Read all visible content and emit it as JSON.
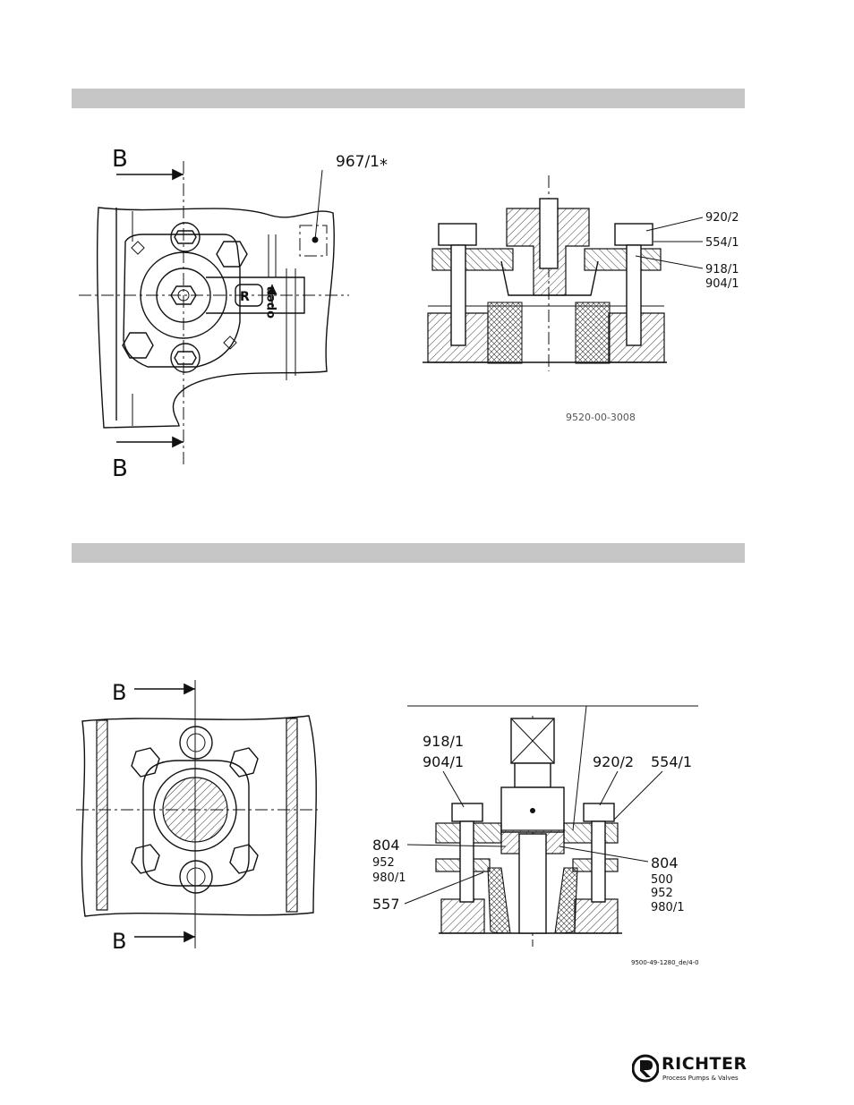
{
  "figure1": {
    "section_top": "B",
    "section_bottom": "B",
    "part_967": "967/1",
    "asterisk": "*",
    "label_open": "open",
    "part_920": "920/2",
    "part_554": "554/1",
    "part_918": "918/1",
    "part_904": "904/1",
    "drawing_no": "9520-00-3008"
  },
  "figure2": {
    "section_top": "B",
    "section_bottom": "B",
    "part_918": "918/1",
    "part_904": "904/1",
    "part_920": "920/2",
    "part_554": "554/1",
    "left_804": "804",
    "left_952": "952",
    "left_980": "980/1",
    "part_557": "557",
    "right_804": "804",
    "right_500": "500",
    "right_952": "952",
    "right_980": "980/1",
    "drawing_no": "9500-49-1280_de/4-0"
  },
  "logo": {
    "word": "RICHTER",
    "sub": "Process Pumps & Valves",
    "mark": "R"
  }
}
